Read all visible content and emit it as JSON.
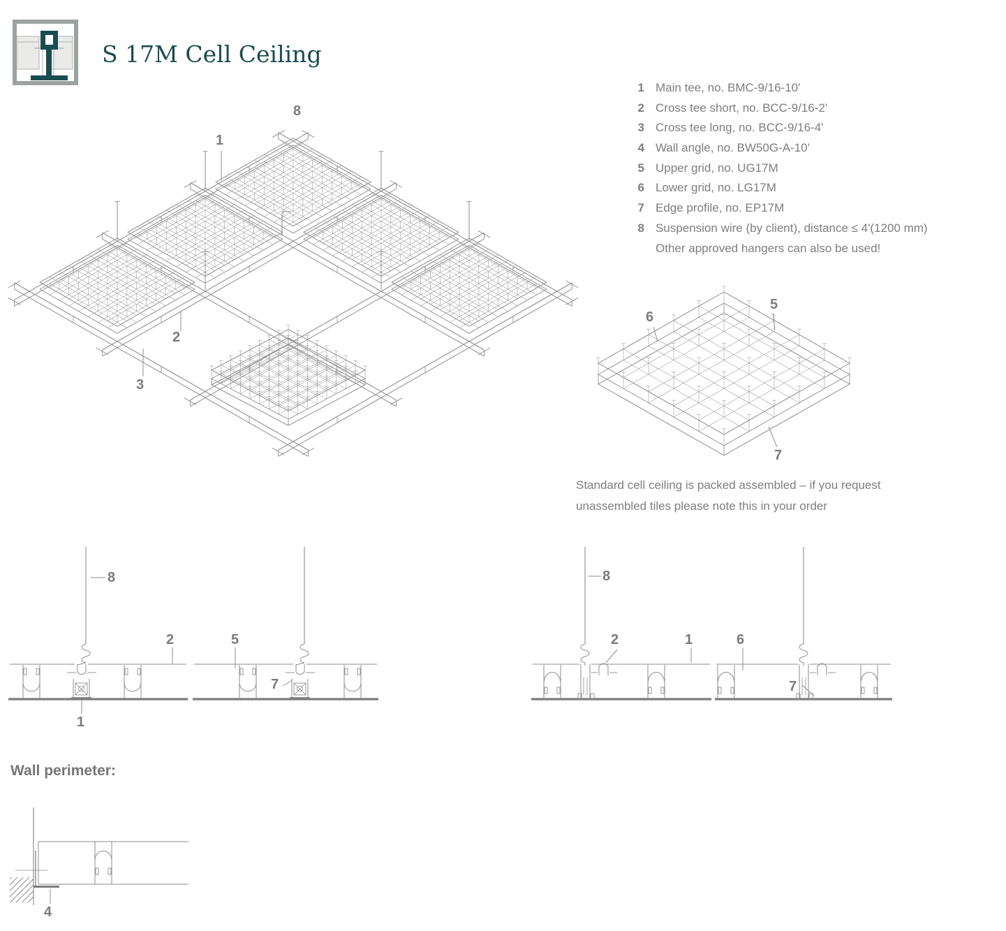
{
  "header": {
    "title": "S 17M Cell Ceiling"
  },
  "legend": {
    "items": [
      {
        "num": "1",
        "text": "Main tee, no. BMC-9/16-10'"
      },
      {
        "num": "2",
        "text": "Cross tee short, no. BCC-9/16-2'"
      },
      {
        "num": "3",
        "text": "Cross tee long, no. BCC-9/16-4'"
      },
      {
        "num": "4",
        "text": "Wall angle, no. BW50G-A-10'"
      },
      {
        "num": "5",
        "text": "Upper grid, no. UG17M"
      },
      {
        "num": "6",
        "text": "Lower grid, no. LG17M"
      },
      {
        "num": "7",
        "text": "Edge profile, no. EP17M"
      },
      {
        "num": "8",
        "text": "Suspension wire (by client), distance ≤ 4'(1200 mm)"
      }
    ],
    "note": "Other approved hangers can also be used!"
  },
  "packing_note": {
    "line1": "Standard cell ceiling is packed assembled – if you request",
    "line2": "unassembled tiles please note this in your order"
  },
  "wall_perimeter": {
    "heading": "Wall perimeter:"
  },
  "callouts": {
    "main": {
      "c8": "8",
      "c1": "1",
      "c2": "2",
      "c3": "3"
    },
    "tile": {
      "c6": "6",
      "c5": "5",
      "c7": "7"
    },
    "secA": {
      "c8": "8",
      "c2": "2",
      "c5": "5",
      "c7": "7",
      "c1": "1"
    },
    "secB": {
      "c8": "8",
      "c2": "2",
      "c1": "1",
      "c6": "6",
      "c7": "7"
    },
    "wall": {
      "c4": "4"
    }
  },
  "colors": {
    "line": "#8e8e8e",
    "line_light": "#a5a5a5",
    "thick": "#7d7d7d",
    "label": "#7b7b7b",
    "accent": "#1a4c51",
    "logo_border": "#9da1a0",
    "panel_fill": "#eaebe9"
  }
}
